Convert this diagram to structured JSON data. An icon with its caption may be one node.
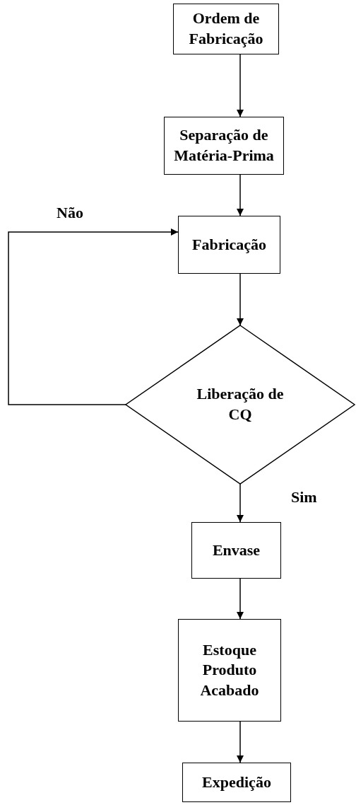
{
  "diagram": {
    "nodes": [
      {
        "text": [
          "Ordem de Fabricação"
        ]
      },
      {
        "text": [
          "Separação de Matéria-Prima"
        ]
      },
      {
        "text": [
          "Fabricação"
        ]
      },
      {
        "text": [
          "Liberação de CQ"
        ]
      },
      {
        "text": [
          "Envase"
        ]
      },
      {
        "text": [
          "Estoque Produto Acabado"
        ]
      },
      {
        "text": [
          "Expedição"
        ]
      }
    ],
    "edges": [
      {
        "from": 0,
        "to": 1,
        "arrow": "to"
      },
      {
        "from": 1,
        "to": 2,
        "arrow": "to"
      },
      {
        "from": 2,
        "to": 3,
        "arrow": "to"
      },
      {
        "from": 3,
        "to": 2,
        "arrow": "to",
        "label": "Não"
      },
      {
        "from": 3,
        "to": 4,
        "arrow": "to",
        "label": "Sim"
      },
      {
        "from": 4,
        "to": 5,
        "arrow": "to"
      },
      {
        "from": 5,
        "to": 6,
        "arrow": "to"
      }
    ]
  }
}
